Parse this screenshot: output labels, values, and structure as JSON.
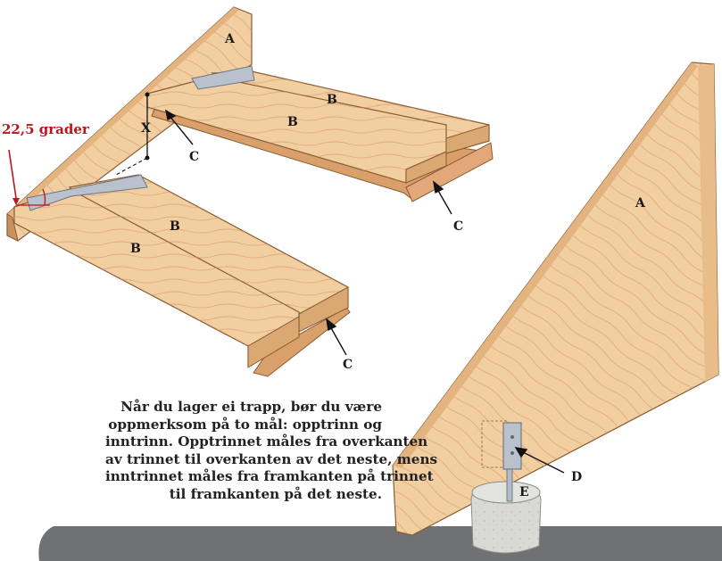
{
  "angle": {
    "label": "22,5 grader"
  },
  "labels": {
    "stringer_left": "A",
    "stringer_right": "A",
    "tread_top_back": "B",
    "tread_top_front": "B",
    "tread_bottom_back": "B",
    "tread_bottom_front": "B",
    "cleat_top_left": "C",
    "cleat_top_right": "C",
    "cleat_bottom": "C",
    "bracket": "D",
    "post": "E",
    "rise": "X"
  },
  "caption": {
    "lines": [
      "Når du lager ei trapp, bør du være",
      "oppmerksom på to mål: opptrinn og",
      "inntrinn. Opptrinnet måles fra overkanten",
      "av trinnet til overkanten av det neste, mens",
      "inntrinnet måles fra framkanten på trinnet",
      "til framkanten på det neste."
    ]
  },
  "colors": {
    "wood": "#f1cfa0",
    "wood_dark": "#d9a873",
    "wood_edge": "#c48a55",
    "grain": "#d98d6a",
    "metal": "#b9c2cc",
    "ground": "#707173",
    "concrete": "#d6d6d2",
    "angle": "#c0141c"
  }
}
